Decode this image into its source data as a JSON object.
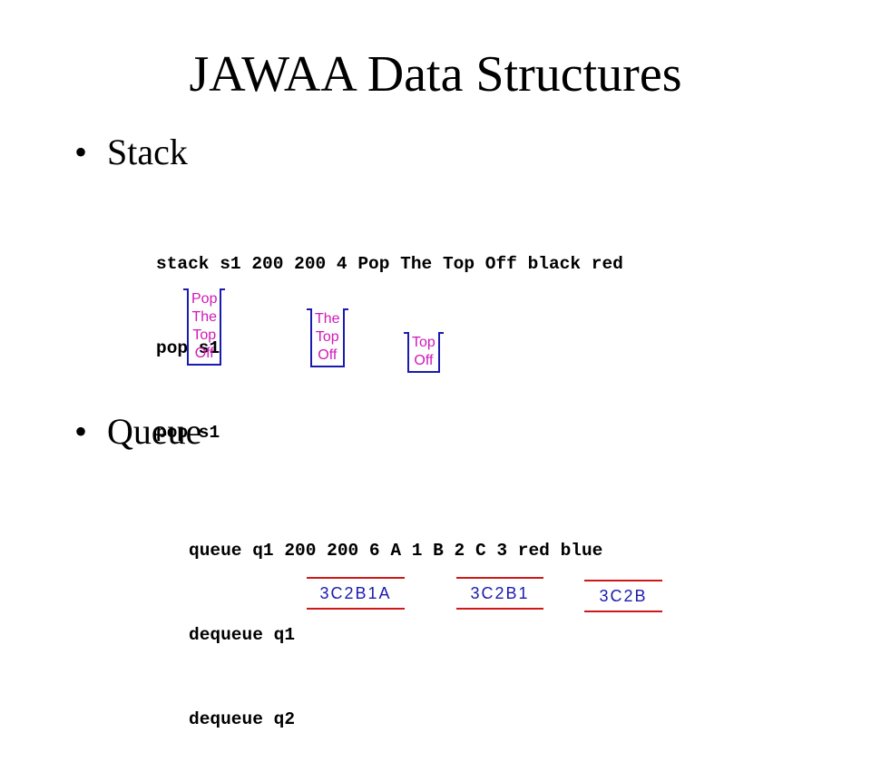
{
  "slide": {
    "title": "JAWAA Data Structures",
    "bullet_char": "•"
  },
  "stack": {
    "heading": "Stack",
    "code_lines": [
      "stack s1 200 200 4 Pop The Top Off black red",
      "pop s1",
      "pop s1"
    ],
    "snapshots": [
      [
        "Pop",
        "The",
        "Top",
        "Off"
      ],
      [
        "The",
        "Top",
        "Off"
      ],
      [
        "Top",
        "Off"
      ]
    ]
  },
  "queue": {
    "heading": "Queue",
    "code_lines": [
      "queue q1 200 200 6 A 1 B 2 C 3 red blue",
      "dequeue q1",
      "dequeue q2"
    ],
    "snapshots": [
      "3C2B1A",
      "3C2B1",
      "3C2B"
    ]
  },
  "colors": {
    "stack_items": "#d018b8",
    "stack_border": "#1a1ab0",
    "queue_items": "#1a1ab0",
    "queue_border": "#d01818"
  }
}
